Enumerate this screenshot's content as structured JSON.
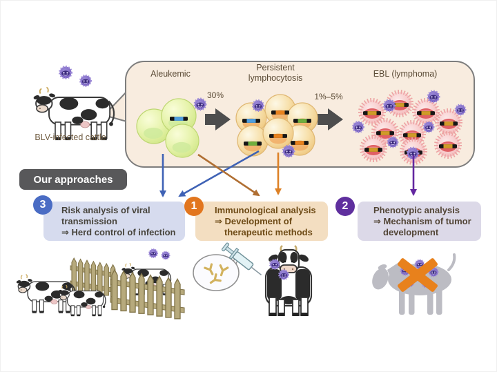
{
  "source": {
    "label": "BLV-infected cattle"
  },
  "infection_panel": {
    "stages": [
      {
        "label": "Aleukemic"
      },
      {
        "label": "Persistent lymphocytosis"
      },
      {
        "label": "EBL (lymphoma)"
      }
    ],
    "transition_rates": [
      {
        "label": "30%"
      },
      {
        "label": "1%–5%"
      }
    ]
  },
  "approaches_header": {
    "label": "Our approaches"
  },
  "approaches": [
    {
      "number": "3",
      "title": "Risk analysis of viral transmission",
      "outcome": "⇒ Herd control of infection",
      "accent_color": "#4a6cc4",
      "box_color": "#d6dbee",
      "text_color": "#47443c"
    },
    {
      "number": "1",
      "title": "Immunological analysis",
      "outcome": "⇒ Development of therapeutic methods",
      "accent_color": "#e2761e",
      "box_color": "#f3dec1",
      "text_color": "#6d4a15"
    },
    {
      "number": "2",
      "title": "Phenotypic analysis",
      "outcome": "⇒ Mechanism of tumor development",
      "accent_color": "#5f2f9e",
      "box_color": "#dcd9e8",
      "text_color": "#524536"
    }
  ],
  "icons": {
    "virus": "virus-icon",
    "provirus_bar": "provirus-bar-icon",
    "stage_arrow": "block-arrow-icon",
    "fence": "fence-icon",
    "syringe": "syringe-icon",
    "antibody": "antibody-icon",
    "prohibition_cross": "prohibition-cross-icon"
  },
  "colors": {
    "panel_fill": "#f8ecdf",
    "panel_border": "#7d7d7d",
    "stage_arrow": "#4d4d4d",
    "link_blue": "#3f62b5",
    "link_orange": "#dd8126",
    "link_orange_diagonal": "#b06f33",
    "link_purple": "#6327a0",
    "virus_purple": "#6f58bc",
    "aleukemic_cell": "#dcef9e",
    "lymphocytosis_cell": "#f2d493",
    "ebl_cell": "#f5bcbc",
    "badge_bg": "#58585a",
    "cross_orange": "#e8811c",
    "title_text": "#5a4a35"
  }
}
